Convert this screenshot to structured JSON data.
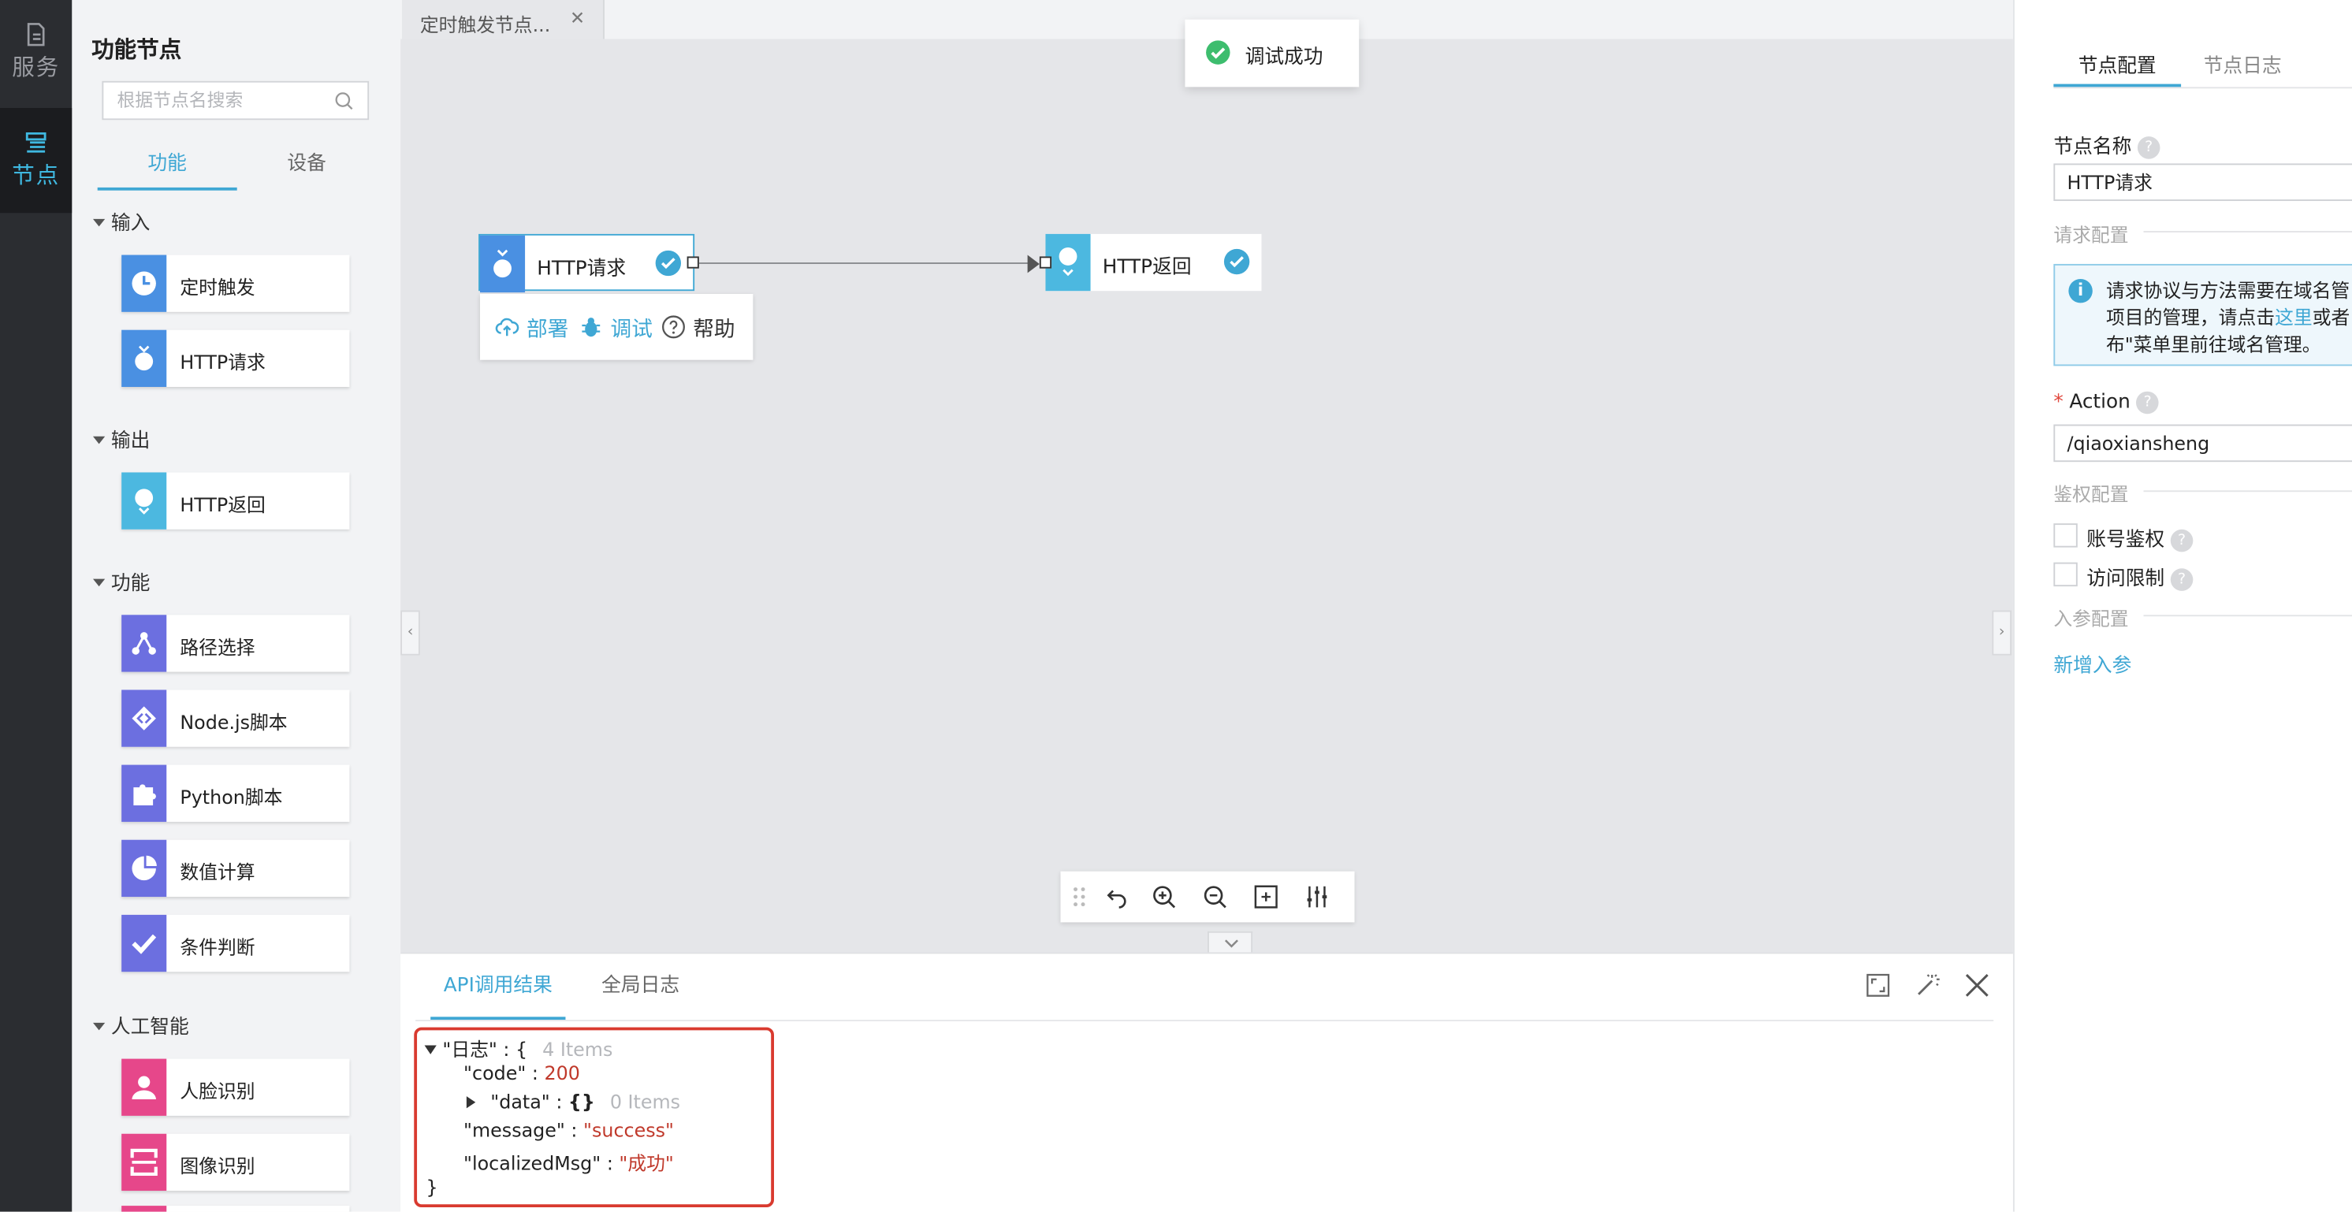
{
  "rail": {
    "items": [
      {
        "label": "服务",
        "icon": "document-icon"
      },
      {
        "label": "节点",
        "icon": "node-stack-icon"
      }
    ]
  },
  "panel": {
    "title": "功能节点",
    "search_placeholder": "根据节点名搜索",
    "tabs": [
      "功能",
      "设备"
    ],
    "sections": [
      {
        "title": "输入",
        "nodes": [
          {
            "label": "定时触发",
            "color": "#4a90e2",
            "icon": "clock-icon"
          },
          {
            "label": "HTTP请求",
            "color": "#4a90e2",
            "icon": "bulb-down-icon"
          }
        ]
      },
      {
        "title": "输出",
        "nodes": [
          {
            "label": "HTTP返回",
            "color": "#4cb8e0",
            "icon": "bulb-up-icon"
          }
        ]
      },
      {
        "title": "功能",
        "nodes": [
          {
            "label": "路径选择",
            "color": "#6c6fe0",
            "icon": "branch-icon"
          },
          {
            "label": "Node.js脚本",
            "color": "#6c6fe0",
            "icon": "code-icon"
          },
          {
            "label": "Python脚本",
            "color": "#6c6fe0",
            "icon": "puzzle-icon"
          },
          {
            "label": "数值计算",
            "color": "#6c6fe0",
            "icon": "pie-icon"
          },
          {
            "label": "条件判断",
            "color": "#6c6fe0",
            "icon": "check-icon"
          }
        ]
      },
      {
        "title": "人工智能",
        "nodes": [
          {
            "label": "人脸识别",
            "color": "#e6478a",
            "icon": "person-icon"
          },
          {
            "label": "图像识别",
            "color": "#e6478a",
            "icon": "scan-icon"
          }
        ]
      }
    ]
  },
  "editor": {
    "file_tab": "定时触发节点...",
    "toast": "调试成功",
    "flow": {
      "node1": "HTTP请求",
      "node2": "HTTP返回"
    },
    "actions": {
      "deploy": "部署",
      "debug": "调试",
      "help": "帮助"
    }
  },
  "console": {
    "tabs": [
      "API调用结果",
      "全局日志"
    ],
    "json": {
      "root_key": "\"日志\"",
      "root_count": "4 Items",
      "code_key": "\"code\"",
      "code_value": "200",
      "data_key": "\"data\"",
      "data_count": "0 Items",
      "message_key": "\"message\"",
      "message_value": "\"success\"",
      "localized_key": "\"localizedMsg\"",
      "localized_value": "\"成功\""
    }
  },
  "config": {
    "tabs": [
      "节点配置",
      "节点日志"
    ],
    "node_name_label": "节点名称",
    "node_name_value": "HTTP请求",
    "request_group": "请求配置",
    "info_line1": "请求协议与方法需要在域名管",
    "info_line2_a": "项目的管理，请点击",
    "info_line2_link": "这里",
    "info_line2_b": "或者",
    "info_line3": "布\"菜单里前往域名管理。",
    "action_label": "Action",
    "action_value": "/qiaoxiansheng",
    "auth_group": "鉴权配置",
    "auth_options": [
      "账号鉴权",
      "访问限制"
    ],
    "params_group": "入参配置",
    "add_param": "新增入参"
  }
}
